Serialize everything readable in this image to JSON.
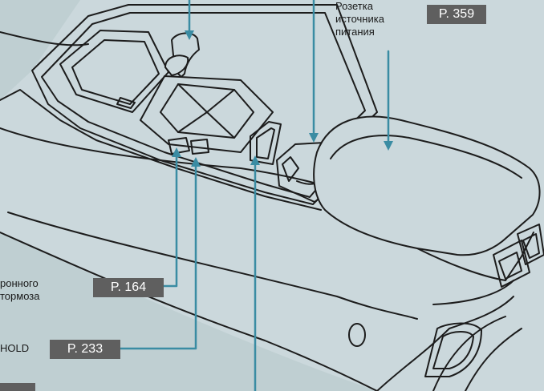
{
  "colors": {
    "background": "#bfcfd2",
    "console_fill": "#cbd8dc",
    "outline": "#1c1c1c",
    "pointer": "#3a8ca3",
    "badge_background": "#5f5f5f",
    "badge_text": "#ffffff"
  },
  "labels": {
    "power_outlet": [
      "Розетка",
      "источника",
      "питания"
    ],
    "brake_text": [
      "ронного",
      "тормоза"
    ],
    "hold_text": "HOLD"
  },
  "page_refs": {
    "power_outlet": "P. 359",
    "brake": "P. 164",
    "hold": "P. 233"
  },
  "icons": {
    "illustration": "center-console-line-drawing"
  }
}
